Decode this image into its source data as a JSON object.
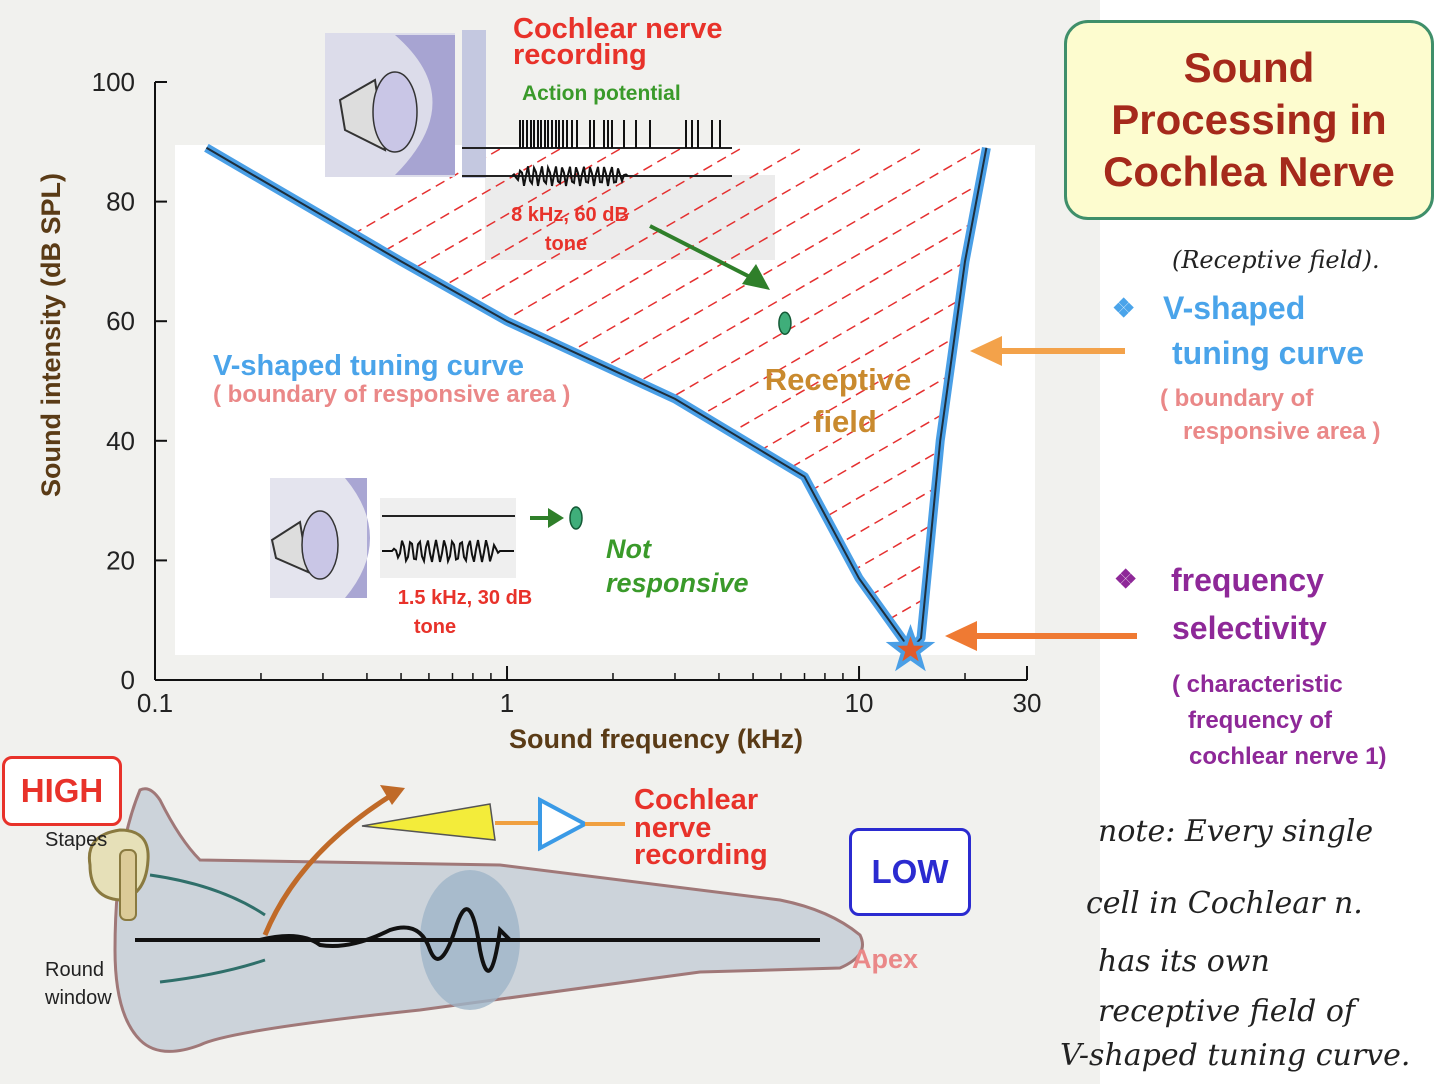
{
  "title": {
    "line1": "Sound",
    "line2": "Processing in",
    "line3": "Cochlea Nerve"
  },
  "chart_data": {
    "type": "line",
    "xlabel": "Sound frequency (kHz)",
    "ylabel": "Sound intensity (dB SPL)",
    "x_scale": "log",
    "xlim": [
      0.1,
      30
    ],
    "ylim": [
      0,
      100
    ],
    "x_ticks": [
      "0.1",
      "1",
      "10",
      "30"
    ],
    "y_ticks": [
      "0",
      "20",
      "40",
      "60",
      "80",
      "100"
    ],
    "series": [
      {
        "name": "V-shaped tuning curve",
        "x": [
          0.14,
          0.5,
          1.0,
          3.0,
          7.0,
          10.0,
          14.0,
          15.0,
          17.0,
          20.0,
          23.0
        ],
        "y": [
          89,
          70,
          60,
          47,
          34,
          17,
          5,
          7,
          40,
          70,
          89
        ]
      }
    ],
    "characteristic_point": {
      "x": 14.0,
      "y": 5
    },
    "samples": [
      {
        "x": 8,
        "y": 61,
        "label_line1": "8 kHz, 60 dB",
        "label_line2": "tone",
        "responsive": true
      },
      {
        "x": 1.5,
        "y": 30,
        "label_line1": "1.5 kHz, 30 dB",
        "label_line2": "tone",
        "responsive": false
      }
    ],
    "annotations": {
      "recording_line1": "Cochlear nerve",
      "recording_line2": "recording",
      "action_potential": "Action potential",
      "curve_label": "V-shaped tuning curve",
      "curve_sub": "( boundary of responsive area )",
      "receptive1": "Receptive",
      "receptive2": "field",
      "not1": "Not",
      "not2": "responsive"
    },
    "colors": {
      "curve": "#4a9fe6",
      "hatch": "#e53030",
      "axis": "#111111",
      "label": "#5a3b16"
    }
  },
  "side_notes": {
    "handwritten_top": "(Receptive field).",
    "bullet1_line1": "V-shaped",
    "bullet1_line2": "tuning curve",
    "bullet1_sub1": "( boundary of",
    "bullet1_sub2": "responsive area )",
    "bullet2_line1": "frequency",
    "bullet2_line2": "selectivity",
    "bullet2_sub1": "( characteristic",
    "bullet2_sub2": "frequency of",
    "bullet2_sub3": "cochlear nerve 1)",
    "bullet_glyph": "❖",
    "handwritten_note": [
      "note: Every single",
      "cell in Cochlear n.",
      "has its own",
      "receptive field of",
      "V-shaped tuning curve."
    ]
  },
  "cochlea": {
    "high": "HIGH",
    "low": "LOW",
    "stapes": "Stapes",
    "round1": "Round",
    "round2": "window",
    "apex": "Apex",
    "rec1": "Cochlear",
    "rec2": "nerve",
    "rec3": "recording"
  }
}
